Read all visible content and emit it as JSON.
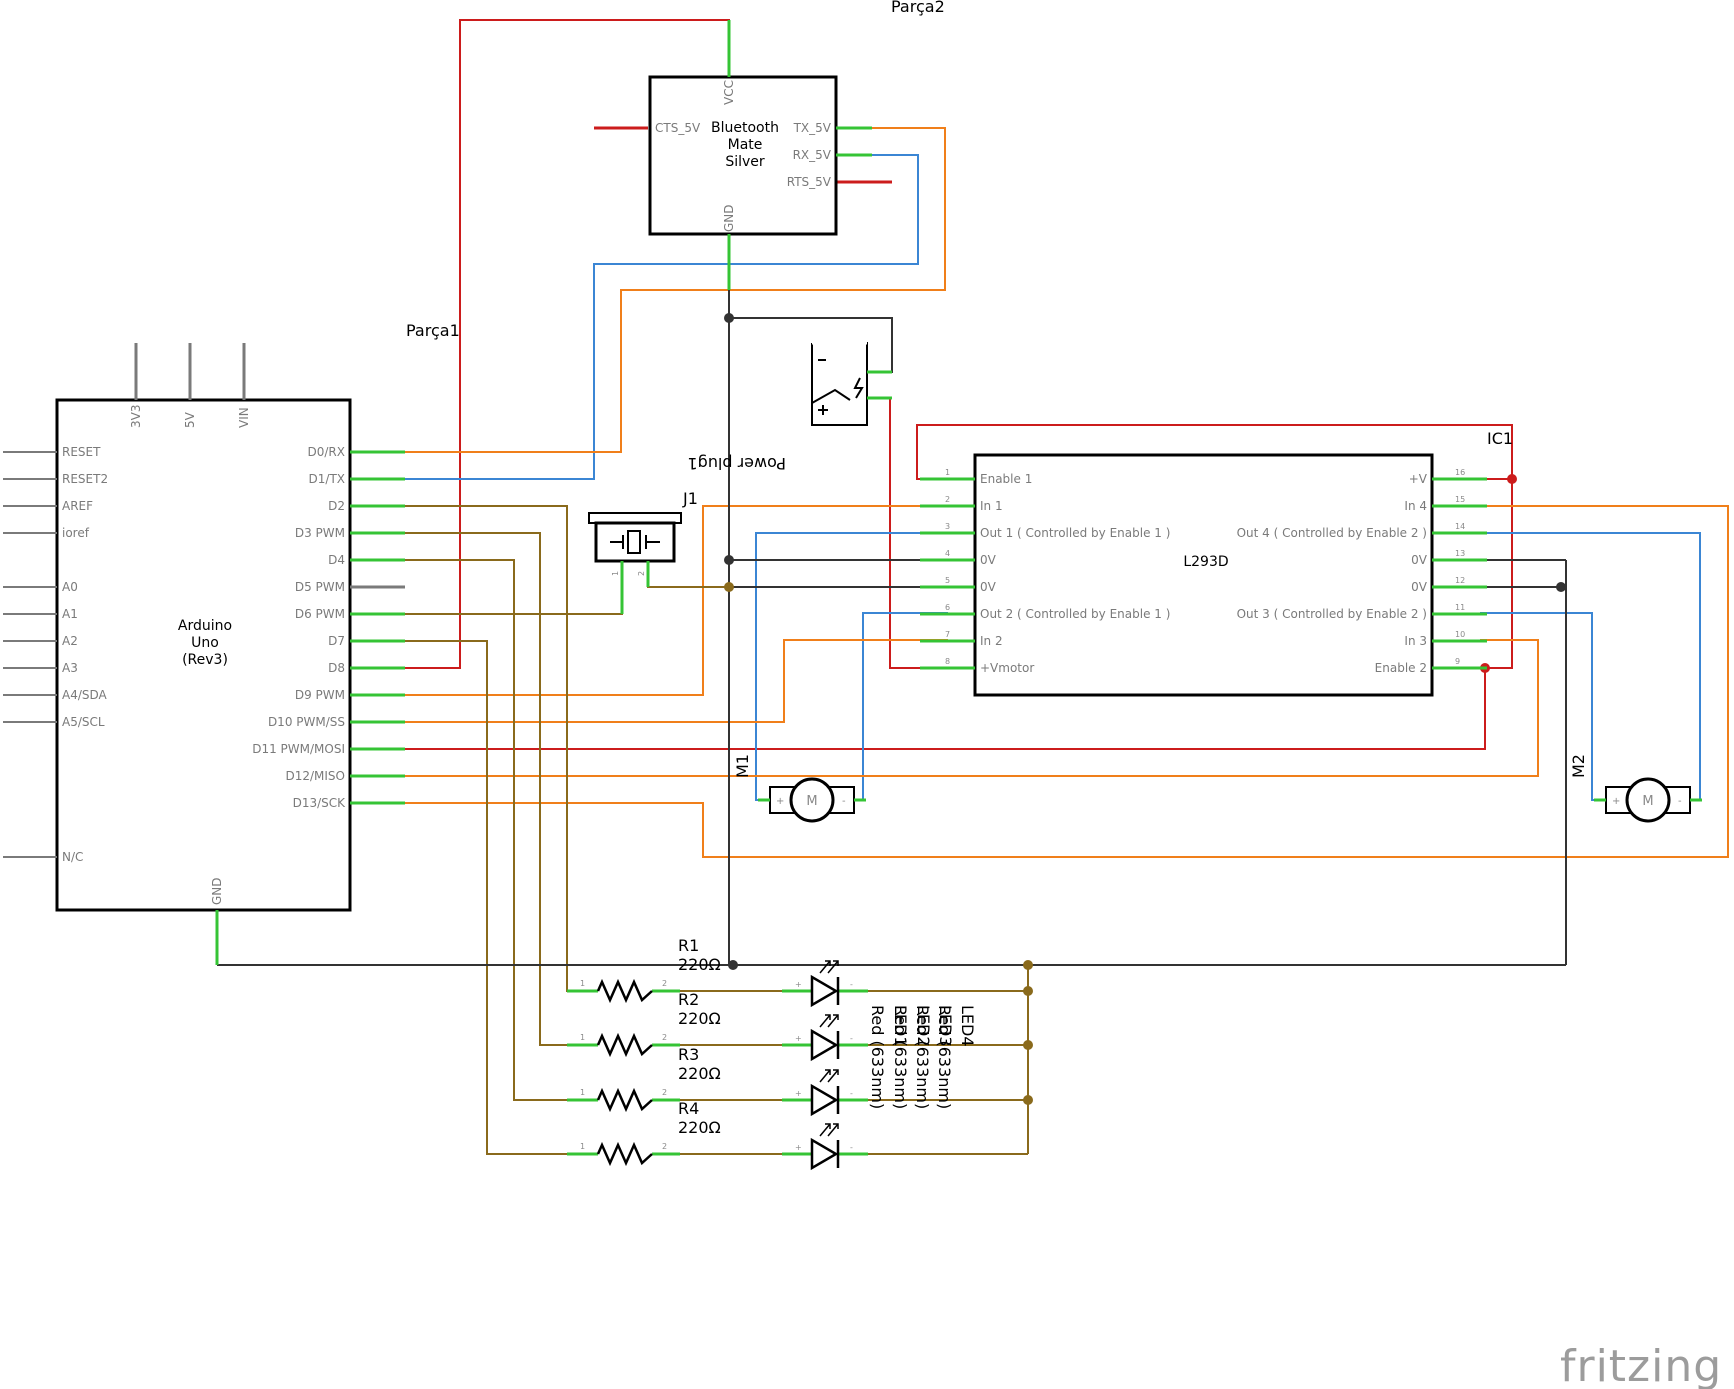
{
  "labels": {
    "parca1": "Parça1",
    "parca2": "Parça2",
    "power_plug": "Power plug1",
    "j1": "J1",
    "ic1": "IC1",
    "m1": "M1",
    "m2": "M2",
    "brand": "fritzing"
  },
  "arduino": {
    "title": [
      "Arduino",
      "Uno",
      "(Rev3)"
    ],
    "top_pins": [
      "3V3",
      "5V",
      "VIN"
    ],
    "left_pins": [
      "RESET",
      "RESET2",
      "AREF",
      "ioref",
      "A0",
      "A1",
      "A2",
      "A3",
      "A4/SDA",
      "A5/SCL",
      "N/C"
    ],
    "right_pins": [
      "D0/RX",
      "D1/TX",
      "D2",
      "D3 PWM",
      "D4",
      "D5 PWM",
      "D6 PWM",
      "D7",
      "D8",
      "D9 PWM",
      "D10 PWM/SS",
      "D11 PWM/MOSI",
      "D12/MISO",
      "D13/SCK"
    ],
    "bottom_pin": "GND"
  },
  "bluetooth": {
    "title": [
      "Bluetooth",
      "Mate",
      "Silver"
    ],
    "pins": {
      "vcc": "VCC",
      "gnd": "GND",
      "cts": "CTS_5V",
      "tx": "TX_5V",
      "rx": "RX_5V",
      "rts": "RTS_5V"
    }
  },
  "l293d": {
    "name": "L293D",
    "left_pins": [
      "Enable 1",
      "In 1",
      "Out 1 ( Controlled by Enable 1 )",
      "0V",
      "0V",
      "Out 2 ( Controlled by Enable 1 )",
      "In 2",
      "+Vmotor"
    ],
    "left_nums": [
      "1",
      "2",
      "3",
      "4",
      "5",
      "6",
      "7",
      "8"
    ],
    "right_pins": [
      "+V",
      "In 4",
      "Out 4 ( Controlled by Enable 2 )",
      "0V",
      "0V",
      "Out 3 ( Controlled by Enable 2 )",
      "In 3",
      "Enable 2"
    ],
    "right_nums": [
      "16",
      "15",
      "14",
      "13",
      "12",
      "11",
      "10",
      "9"
    ]
  },
  "resistors": [
    {
      "name": "R1",
      "value": "220Ω"
    },
    {
      "name": "R2",
      "value": "220Ω"
    },
    {
      "name": "R3",
      "value": "220Ω"
    },
    {
      "name": "R4",
      "value": "220Ω"
    }
  ],
  "leds": [
    {
      "name": "LED1",
      "desc": "Red (633nm)"
    },
    {
      "name": "LED2",
      "desc": "Red (633nm)"
    },
    {
      "name": "LED3",
      "desc": "Red (633nm)"
    },
    {
      "name": "LED4",
      "desc": "Red (633nm)"
    }
  ],
  "pin_numbers": {
    "one": "1",
    "two": "2",
    "plus": "+",
    "minus": "-",
    "motor": "M"
  },
  "colors": {
    "red": "#cc1c1c",
    "blue": "#3b86d4",
    "orange": "#f07f1a",
    "brown": "#8a6a1c",
    "black": "#333333",
    "green": "#35c435"
  }
}
